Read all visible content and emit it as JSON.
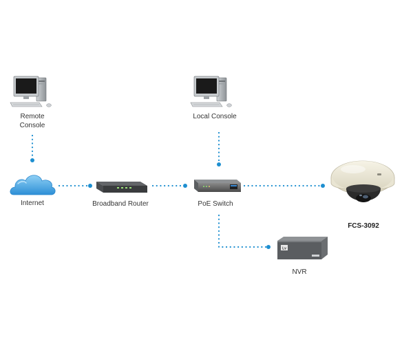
{
  "colors": {
    "connector": "#1e8fd0",
    "label": "#333333"
  },
  "nodes": {
    "remote_console": {
      "label_line1": "Remote",
      "label_line2": "Console",
      "icon": "desktop-computer-icon"
    },
    "local_console": {
      "label": "Local Console",
      "icon": "desktop-computer-icon"
    },
    "internet": {
      "label": "Internet",
      "icon": "cloud-icon"
    },
    "broadband_router": {
      "label": "Broadband Router",
      "icon": "router-icon"
    },
    "poe_switch": {
      "label": "PoE Switch",
      "icon": "network-switch-icon"
    },
    "camera": {
      "label": "FCS-3092",
      "icon": "dome-camera-icon"
    },
    "nvr": {
      "label": "NVR",
      "icon": "nvr-recorder-icon"
    }
  }
}
